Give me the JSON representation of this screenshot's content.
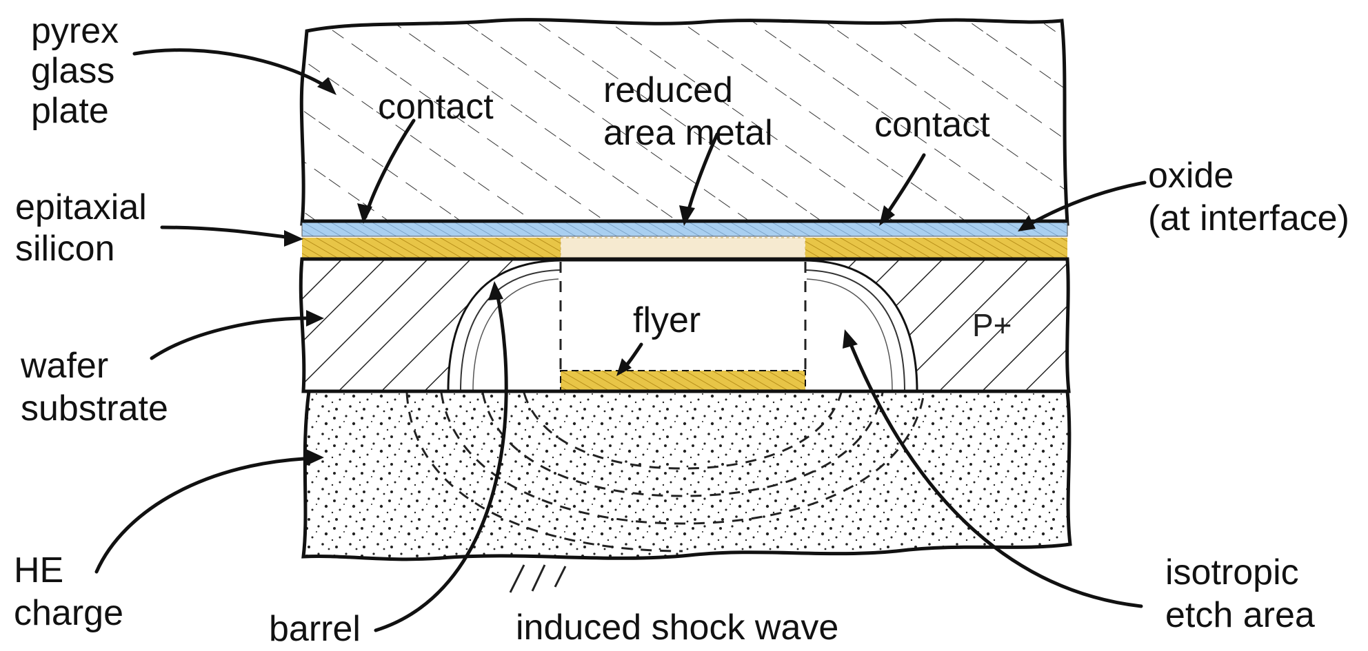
{
  "labels": {
    "pyrex_glass_plate": [
      "pyrex",
      "glass",
      "plate"
    ],
    "contact_left": "contact",
    "reduced_area_metal": [
      "reduced",
      "area metal"
    ],
    "contact_right": "contact",
    "oxide": [
      "oxide",
      "(at interface)"
    ],
    "epitaxial_silicon": [
      "epitaxial",
      "silicon"
    ],
    "flyer": "flyer",
    "p_plus": "P+",
    "wafer_substrate": [
      "wafer",
      "substrate"
    ],
    "he_charge": [
      "HE",
      "charge"
    ],
    "barrel": "barrel",
    "induced_shock_wave": "induced shock wave",
    "isotropic_etch_area": [
      "isotropic",
      "etch area"
    ]
  },
  "colors": {
    "metal_layer": "#e8c547",
    "oxide_layer": "#a9cff0",
    "outline": "#111111",
    "background": "#ffffff"
  }
}
